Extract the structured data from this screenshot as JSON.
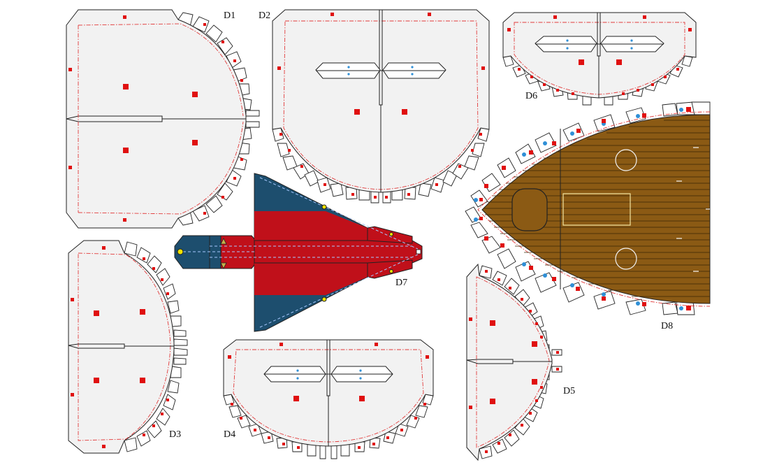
{
  "sheet": {
    "labels": {
      "d1": "D1",
      "d2": "D2",
      "d3": "D3",
      "d4": "D4",
      "d5": "D5",
      "d6": "D6",
      "d7": "D7",
      "d8": "D8"
    }
  },
  "colors": {
    "paper": "#f2f2f2",
    "outline": "#222222",
    "fold_line": "#e23a3a",
    "glue_mark": "#e01010",
    "aircraft_blue": "#1d4e6e",
    "aircraft_red": "#c0101a",
    "deck_wood": "#8b5a14",
    "dot_blue": "#2f8fd6"
  }
}
